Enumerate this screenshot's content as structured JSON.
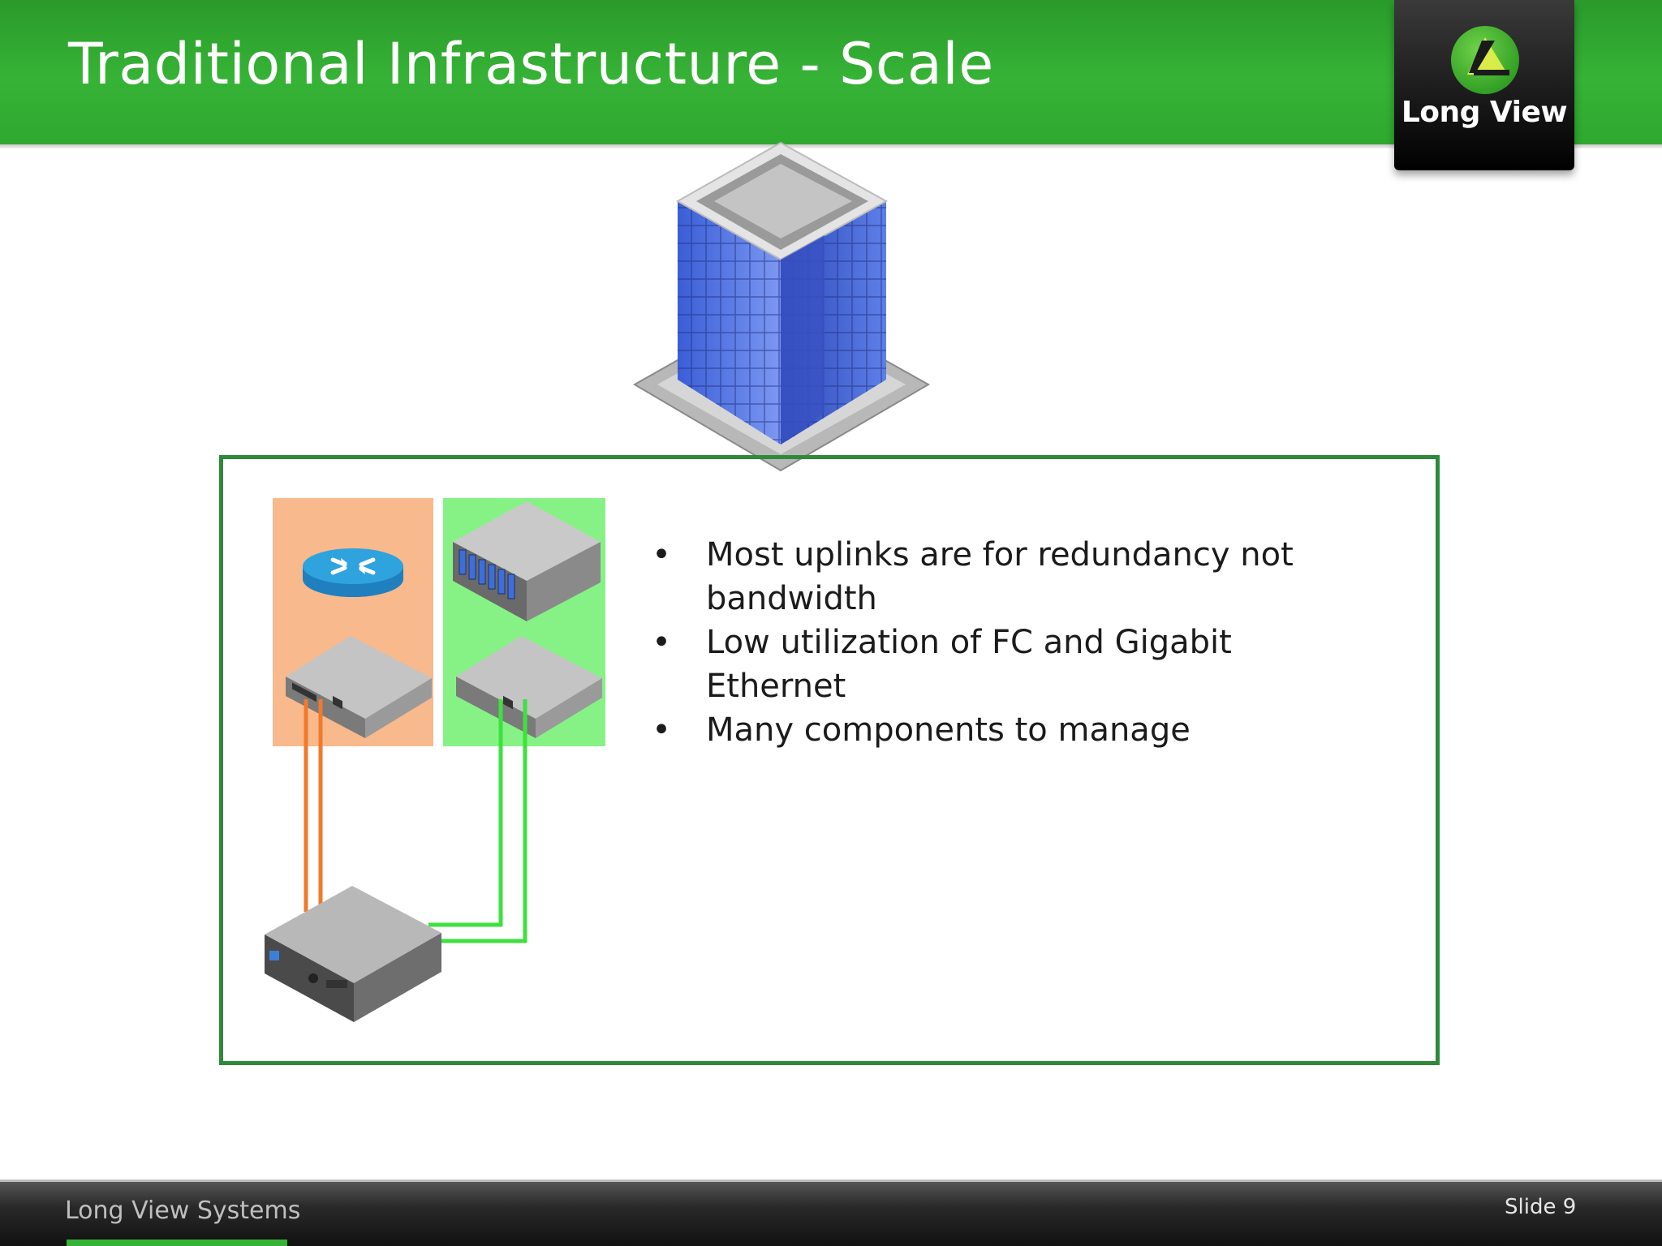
{
  "slide": {
    "title": "Traditional Infrastructure - Scale",
    "logo_text": "Long View",
    "bullets": [
      {
        "text": "Most uplinks are for redundancy not bandwidth"
      },
      {
        "text": "Low utilization of FC and Gigabit Ethernet"
      },
      {
        "text": "Many components to manage"
      }
    ],
    "footer_company": "Long View Systems",
    "slide_number": "Slide 9",
    "icons": [
      "long-view-logo-icon",
      "office-building-icon",
      "router-icon",
      "storage-array-icon",
      "network-switch-icon",
      "fc-switch-icon",
      "server-icon"
    ],
    "colors": {
      "header_green": "#36b336",
      "frame_green": "#2e8a3a",
      "panel_orange": "#f8b98c",
      "panel_green": "#86f286",
      "orange_link": "#f07a2a",
      "green_link": "#3fe03f"
    }
  }
}
